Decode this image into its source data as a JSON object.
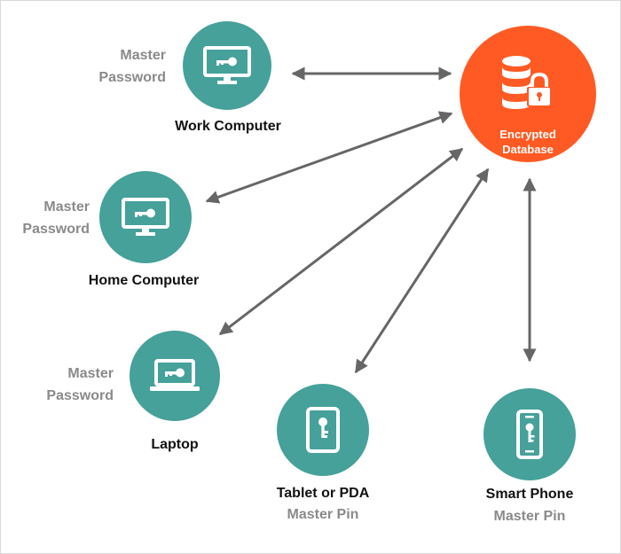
{
  "colors": {
    "node": "#45a19a",
    "database": "#ff5a23",
    "arrow": "#666666",
    "muted_text": "#8a8a8a"
  },
  "database": {
    "icon": "database-lock-icon",
    "line1": "Encrypted",
    "line2": "Database"
  },
  "devices": {
    "work_computer": {
      "label": "Work Computer",
      "icon": "monitor-key-icon",
      "auth_line1": "Master",
      "auth_line2": "Password"
    },
    "home_computer": {
      "label": "Home Computer",
      "icon": "monitor-key-icon",
      "auth_line1": "Master",
      "auth_line2": "Password"
    },
    "laptop": {
      "label": "Laptop",
      "icon": "laptop-key-icon",
      "auth_line1": "Master",
      "auth_line2": "Password"
    },
    "tablet": {
      "label": "Tablet or PDA",
      "icon": "tablet-key-icon",
      "auth": "Master Pin"
    },
    "smart_phone": {
      "label": "Smart Phone",
      "icon": "phone-key-icon",
      "auth": "Master Pin"
    }
  },
  "connections": [
    {
      "from": "work_computer",
      "to": "database",
      "type": "bidirectional"
    },
    {
      "from": "home_computer",
      "to": "database",
      "type": "bidirectional"
    },
    {
      "from": "laptop",
      "to": "database",
      "type": "bidirectional"
    },
    {
      "from": "tablet",
      "to": "database",
      "type": "bidirectional"
    },
    {
      "from": "smart_phone",
      "to": "database",
      "type": "bidirectional"
    }
  ]
}
